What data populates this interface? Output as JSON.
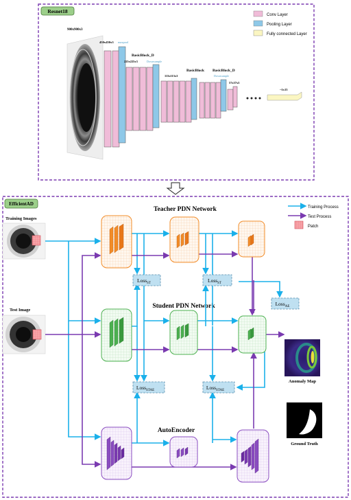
{
  "resnet": {
    "title": "Resnet18",
    "input_label": "900x900x3",
    "dims": {
      "d1": "450x450x3",
      "d2": "225x225x3",
      "d3": "113x113x3",
      "d4": "57x57x3",
      "fc": "~1x15"
    },
    "blocks": {
      "b1": "BasicBlock_D",
      "b2": "BasicBlock",
      "b3": "BasicBlock_D"
    },
    "ops": {
      "maxpool": "maxpool",
      "downsample1": "Downsample",
      "downsample2": "Downsample"
    },
    "legend": [
      {
        "label": "Conv Layer",
        "color": "#f0bcd8"
      },
      {
        "label": "Pooling Layer",
        "color": "#8ec8e8"
      },
      {
        "label": "Fully connected Layer",
        "color": "#fbf6c2"
      }
    ]
  },
  "efficientad": {
    "title": "EfficientAD",
    "training_images_label": "Training Images",
    "test_image_label": "Test Image",
    "teacher_title": "Teacher PDN Network",
    "student_title": "Student PDN Network",
    "autoencoder_title": "AutoEncoder",
    "loss_st_1": {
      "main": "Loss",
      "sub": "ST"
    },
    "loss_st_2": {
      "main": "Loss",
      "sub": "ST"
    },
    "loss_ae": {
      "main": "Loss",
      "sub": "AE"
    },
    "loss_stae_1": {
      "main": "Loss",
      "sub": "STAE"
    },
    "loss_stae_2": {
      "main": "Loss",
      "sub": "STAE"
    },
    "anomaly_map_label": "Anomaly Map",
    "ground_truth_label": "Ground Truth",
    "legend": {
      "training": "Training Process",
      "test": "Test Process",
      "patch": "Patch"
    },
    "colors": {
      "training_arrow": "#1ab0ea",
      "test_arrow": "#7a3ab0",
      "teacher": "#f28c28",
      "student": "#4cb050",
      "autoencoder": "#8a4cc0",
      "patch": "#f07f86"
    }
  }
}
